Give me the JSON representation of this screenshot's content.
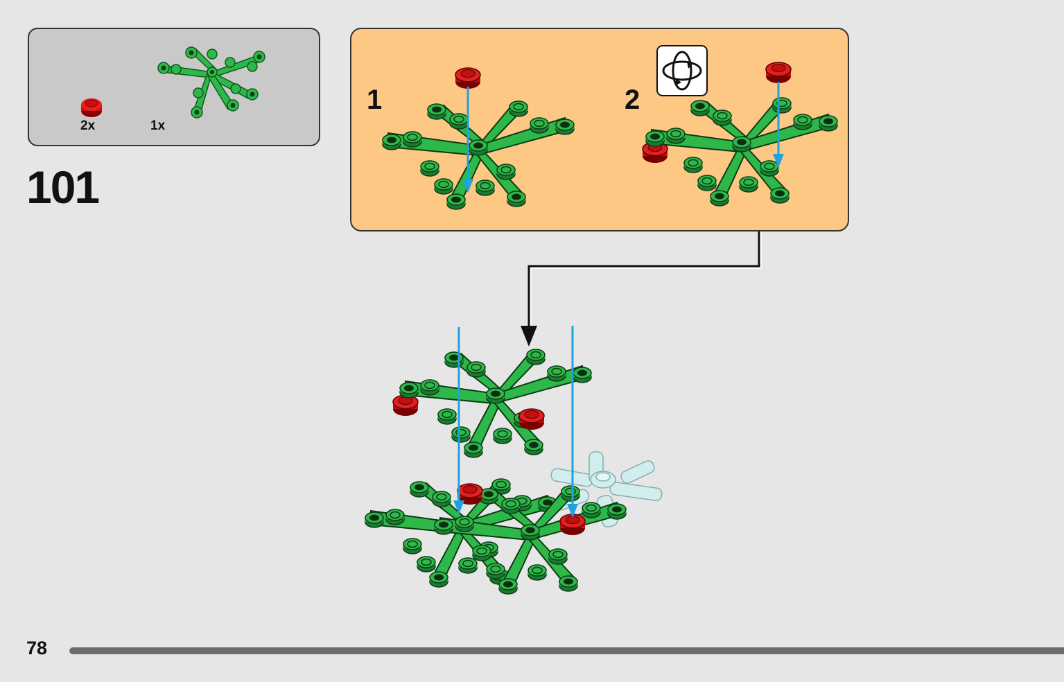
{
  "parts": [
    {
      "name": "round-plate-red",
      "qty": "2x",
      "color": "#cc1010"
    },
    {
      "name": "leaf-plate-green",
      "qty": "1x",
      "color": "#2fb84a"
    }
  ],
  "step": {
    "number": "101"
  },
  "substeps": [
    {
      "label": "1"
    },
    {
      "label": "2"
    }
  ],
  "icons": {
    "rotate": "rotate-model-icon",
    "arrow": "connector-arrow"
  },
  "colors": {
    "page_bg": "#e6e6e6",
    "parts_bg": "#c9c9c9",
    "substep_bg": "#fdc784",
    "green": "#2fb84a",
    "red": "#cc1010",
    "arrow_blue": "#1fa3e0",
    "trans_clear": "#cfeeee",
    "progress": "#6d6d6d"
  },
  "page": {
    "number": "78"
  },
  "progress": {
    "fraction": 1.0
  }
}
